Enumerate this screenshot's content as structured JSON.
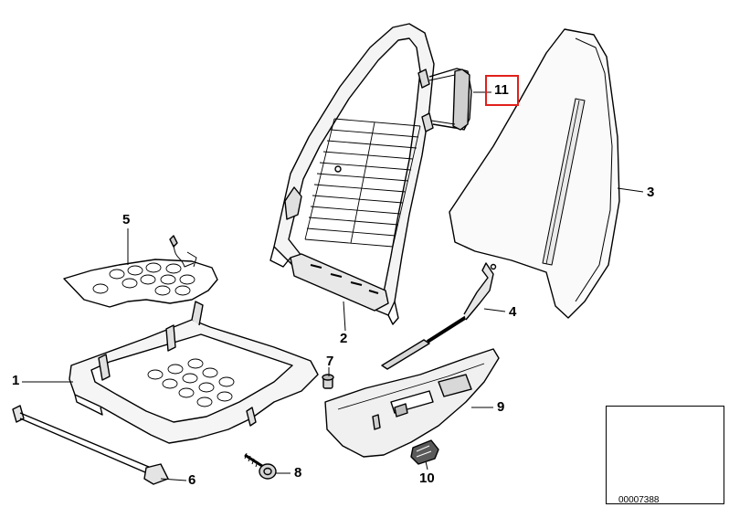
{
  "callouts": {
    "p1": "1",
    "p2": "2",
    "p3": "3",
    "p4": "4",
    "p5": "5",
    "p6": "6",
    "p7": "7",
    "p8": "8",
    "p9": "9",
    "p10": "10",
    "p11": "11"
  },
  "thumbnail": {
    "code": "00007388"
  },
  "highlight": {
    "part": "11",
    "color": "#e0201b"
  }
}
